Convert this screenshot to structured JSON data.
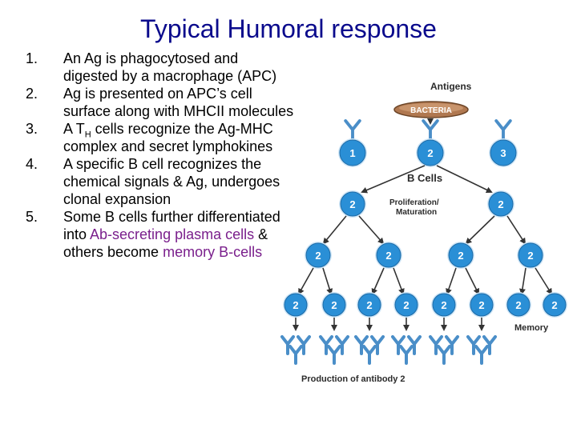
{
  "slide": {
    "title": "Typical Humoral response"
  },
  "steps": [
    {
      "num": "1.",
      "text": "An Ag is phagocytosed and digested by a macrophage (APC)"
    },
    {
      "num": "2.",
      "text": "Ag is presented on APC’s cell surface along with MHCII molecules"
    },
    {
      "num": "3.",
      "pre": "A T",
      "sub": "H",
      "post": " cells recognize the Ag-MHC complex and secret lymphokines"
    },
    {
      "num": "4.",
      "text": "A specific B cell recognizes the chemical signals & Ag, undergoes clonal expansion"
    },
    {
      "num": "5.",
      "pre": "Some B cells further differentiated into ",
      "hl1": "Ab-secreting plasma cells",
      "mid": " & others become ",
      "hl2": "memory B-cells"
    }
  ],
  "diagram": {
    "antigens_label": "Antigens",
    "bacteria_label": "BACTERIA",
    "bcells_label": "B Cells",
    "prolif_line1": "Proliferation/",
    "prolif_line2": "Maturation",
    "memory_label": "Memory",
    "production_label": "Production of antibody 2",
    "row1": [
      "1",
      "2",
      "3"
    ],
    "row2": [
      "2",
      "2"
    ],
    "row3": [
      "2",
      "2",
      "2",
      "2"
    ],
    "row4": [
      "2",
      "2",
      "2",
      "2",
      "2",
      "2",
      "2",
      "2"
    ]
  },
  "colors": {
    "title": "#0a0a8c",
    "highlight": "#7a1f8c",
    "cell_fill": "#2a8fd6",
    "cell_ring": "#cfe6f7",
    "receptor": "#4a8ec8",
    "bacteria": "#b07850",
    "arrow": "#333333"
  }
}
